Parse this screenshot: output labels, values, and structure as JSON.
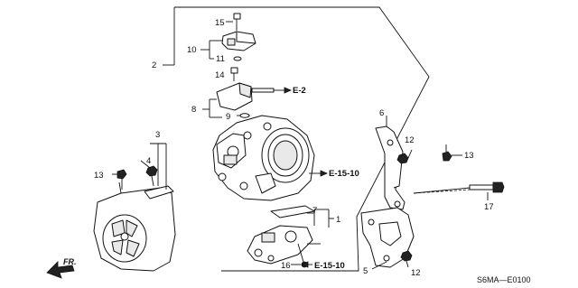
{
  "callouts": {
    "c1": "1",
    "c2": "2",
    "c3": "3",
    "c4": "4",
    "c5": "5",
    "c6": "6",
    "c7": "7",
    "c8": "8",
    "c9": "9",
    "c10": "10",
    "c11": "11",
    "c12a": "12",
    "c12b": "12",
    "c13a": "13",
    "c13b": "13",
    "c14": "14",
    "c15": "15",
    "c16": "16",
    "c17": "17"
  },
  "refs": {
    "e2": "E-2",
    "e1510a": "E-15-10",
    "e1510b": "E-15-10"
  },
  "direction": {
    "label": "FR."
  },
  "diagram_code": "S6MA—E0100"
}
